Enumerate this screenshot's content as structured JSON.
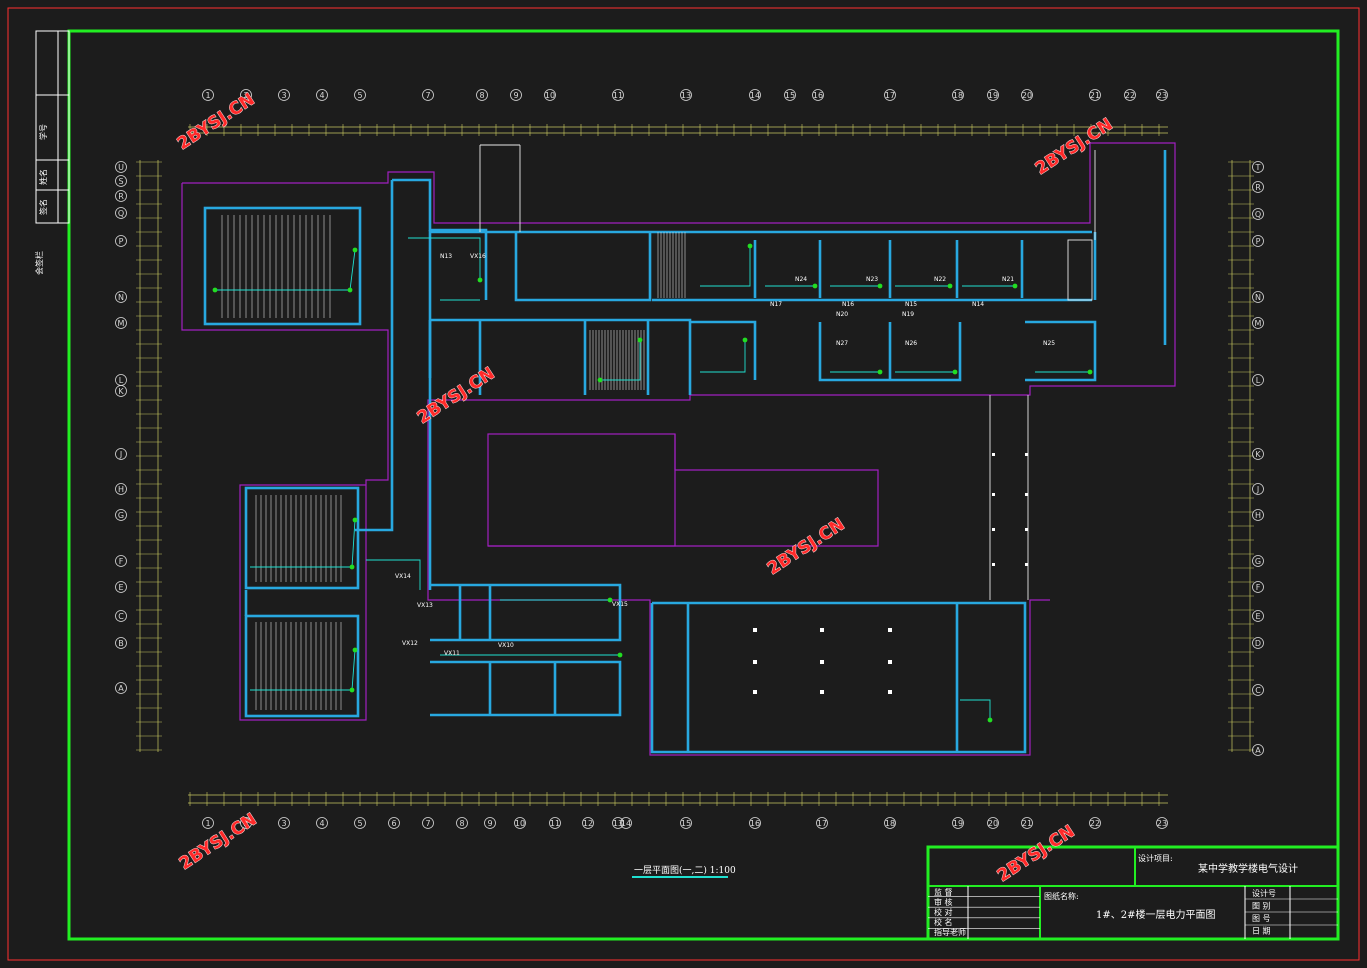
{
  "drawing": {
    "project_label": "设计项目:",
    "project_title": "某中学教学楼电气设计",
    "drawing_name_label": "图纸名称:",
    "drawing_title": "1#、2#楼一层电力平面图",
    "plan_caption": "一层平面图(一,二) 1:100",
    "row_labels": [
      "监  督",
      "审  核",
      "校  对",
      "校  名",
      "指导老师"
    ],
    "right_labels": [
      "设计号",
      "图  别",
      "图  号",
      "日  期"
    ],
    "left_strip": [
      "学号",
      "姓名",
      "签名"
    ],
    "vertical_note": "会签栏"
  },
  "watermark": "2BYSJ.CN",
  "grid": {
    "top": [
      "1",
      "2",
      "3",
      "4",
      "5",
      "7",
      "8",
      "9",
      "10",
      "11",
      "13",
      "14",
      "15",
      "16",
      "17",
      "18",
      "19",
      "20",
      "21",
      "22",
      "23"
    ],
    "bottom": [
      "1",
      "2",
      "3",
      "4",
      "5",
      "6",
      "7",
      "8",
      "9",
      "10",
      "11",
      "12",
      "13",
      "14",
      "15",
      "16",
      "17",
      "18",
      "19",
      "20",
      "21",
      "22",
      "23"
    ],
    "left": [
      "U",
      "S",
      "R",
      "Q",
      "P",
      "N",
      "M",
      "L",
      "K",
      "J",
      "H",
      "G",
      "F",
      "E",
      "C",
      "B",
      "A"
    ],
    "right": [
      "T",
      "R",
      "Q",
      "P",
      "N",
      "M",
      "L",
      "K",
      "J",
      "H",
      "G",
      "F",
      "E",
      "D",
      "C",
      "A"
    ]
  },
  "panels": [
    "N24",
    "N23",
    "N22",
    "N21",
    "N17",
    "N16",
    "N15",
    "N14",
    "N20",
    "N19",
    "N27",
    "N26",
    "N25",
    "N13",
    "VX14",
    "VX13",
    "VX12",
    "VX11",
    "VX10",
    "VX15",
    "VX16"
  ],
  "colors": {
    "frame": "#22ee22",
    "wall": "#28a8e0",
    "outline": "#a020c0",
    "cyan": "#20e0d0",
    "grid": "#c8c860",
    "watermark": "#ff2a2a"
  }
}
